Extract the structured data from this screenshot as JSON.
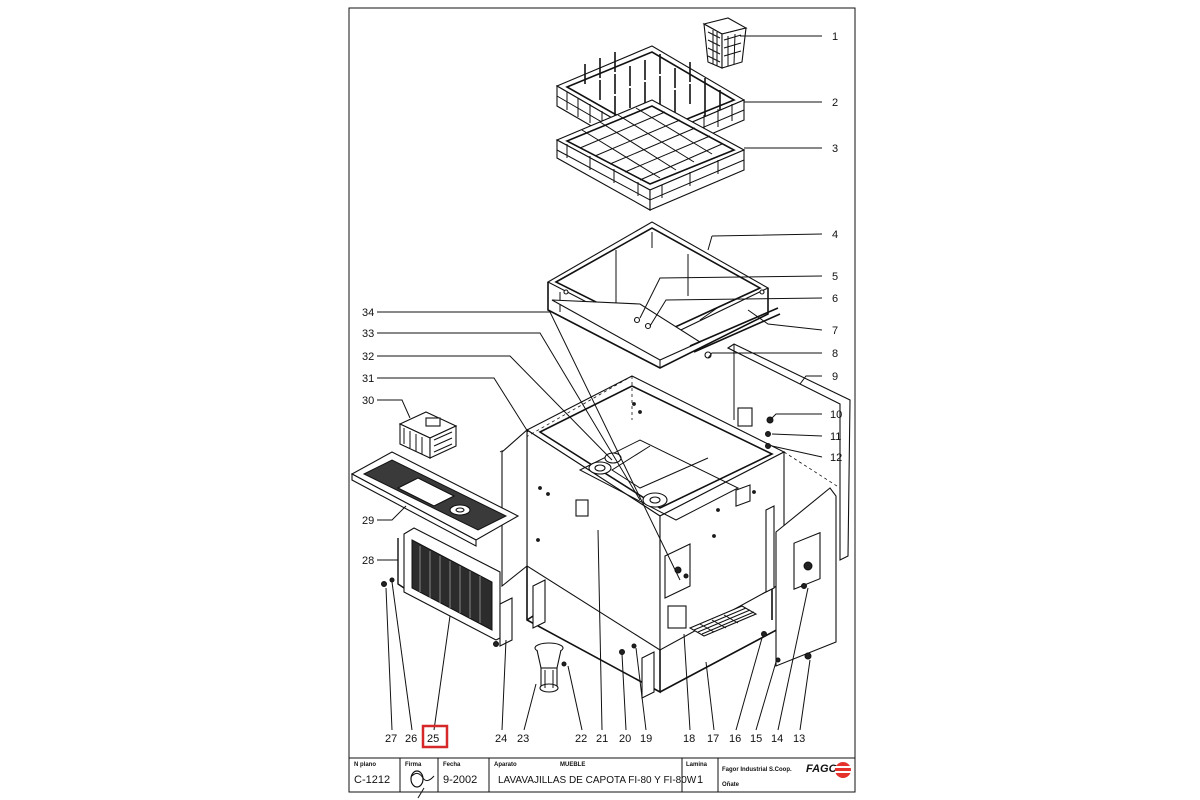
{
  "callouts": {
    "right": [
      "1",
      "2",
      "3",
      "4",
      "5",
      "6",
      "7",
      "8",
      "9",
      "10",
      "11",
      "12"
    ],
    "left": [
      "34",
      "33",
      "32",
      "31",
      "30",
      "29",
      "28"
    ],
    "bottom": [
      "27",
      "26",
      "25",
      "24",
      "23",
      "22",
      "21",
      "20",
      "19",
      "18",
      "17",
      "16",
      "15",
      "14",
      "13"
    ],
    "highlighted": "25"
  },
  "title_block": {
    "plan_header": "N plano",
    "plan_value": "C-1212",
    "firma_header": "Firma",
    "fecha_header": "Fecha",
    "fecha_value": "9-2002",
    "aparato_header": "Aparato",
    "aparato_value": "MUEBLE",
    "description": "LAVAVAJILLAS DE CAPOTA FI-80 Y FI-80W",
    "lamina_header": "Lamina",
    "lamina_value": "1",
    "company": "Fagor Industrial S.Coop.",
    "location": "Oñate",
    "brand": "FAGOR"
  },
  "colors": {
    "highlight": "#d62828",
    "brand": "#e4312b",
    "ink": "#111111"
  }
}
